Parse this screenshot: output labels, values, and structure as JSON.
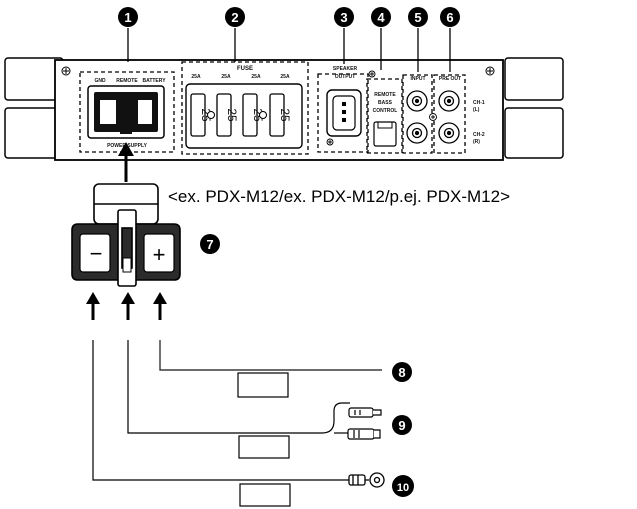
{
  "callouts": [
    "1",
    "2",
    "3",
    "4",
    "5",
    "6",
    "7",
    "8",
    "9",
    "10"
  ],
  "panel_labels": {
    "gnd": "GND",
    "remote": "REMOTE",
    "battery": "BATTERY",
    "power_supply": "POWER SUPPLY",
    "fuse": "FUSE",
    "fuse_ratings": [
      "25A",
      "25A",
      "25A",
      "25A"
    ],
    "fuse_values": [
      "25",
      "25",
      "25",
      "25"
    ],
    "speaker": "SPEAKER",
    "output": "OUTPUT",
    "remote_bass_control": [
      "REMOTE",
      "BASS",
      "CONTROL"
    ],
    "input": "INPUT",
    "pre_out": "PRE OUT",
    "ch1": [
      "CH-1",
      "(L)"
    ],
    "ch2": [
      "CH-2",
      "(R)"
    ]
  },
  "caption": "<ex. PDX-M12/ex. PDX-M12/p.ej. PDX-M12>",
  "connector_symbols": {
    "minus": "−",
    "plus": "+"
  }
}
